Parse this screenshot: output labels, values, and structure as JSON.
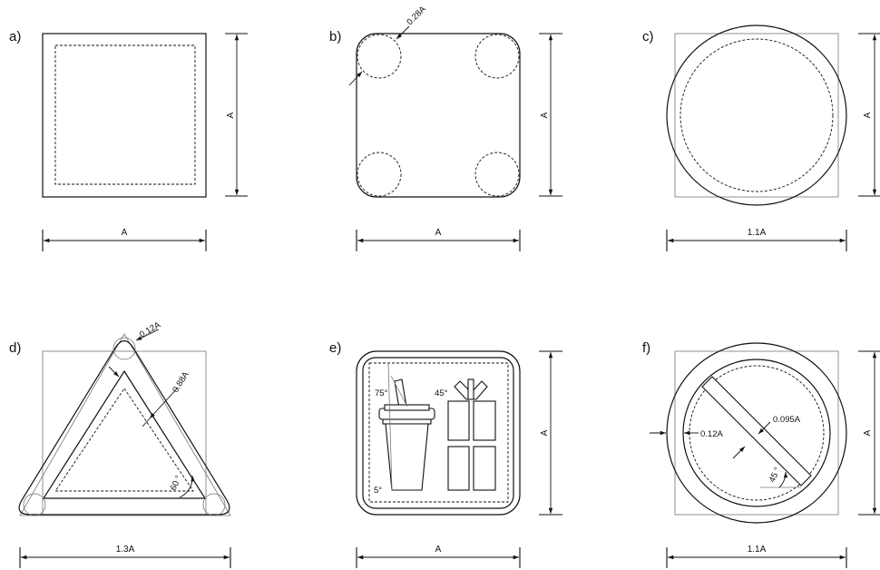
{
  "panels": {
    "a": {
      "label": "a)",
      "dim_horizontal": "A",
      "dim_vertical": "A"
    },
    "b": {
      "label": "b)",
      "dim_horizontal": "A",
      "dim_vertical": "A",
      "corner_radius": "0.28A"
    },
    "c": {
      "label": "c)",
      "dim_horizontal": "1.1A",
      "dim_vertical": "A"
    },
    "d": {
      "label": "d)",
      "dim_horizontal": "1.3A",
      "corner_radius": "0.12A",
      "band_width": "0.88A",
      "angle": "60 °"
    },
    "e": {
      "label": "e)",
      "dim_horizontal": "A",
      "dim_vertical": "A",
      "angle_straw": "75°",
      "angle_ribbon": "45°",
      "angle_cup": "5°"
    },
    "f": {
      "label": "f)",
      "dim_horizontal": "1.1A",
      "dim_vertical": "A",
      "ring_width": "0.12A",
      "bar_width": "0.095A",
      "angle": "45 °"
    }
  }
}
